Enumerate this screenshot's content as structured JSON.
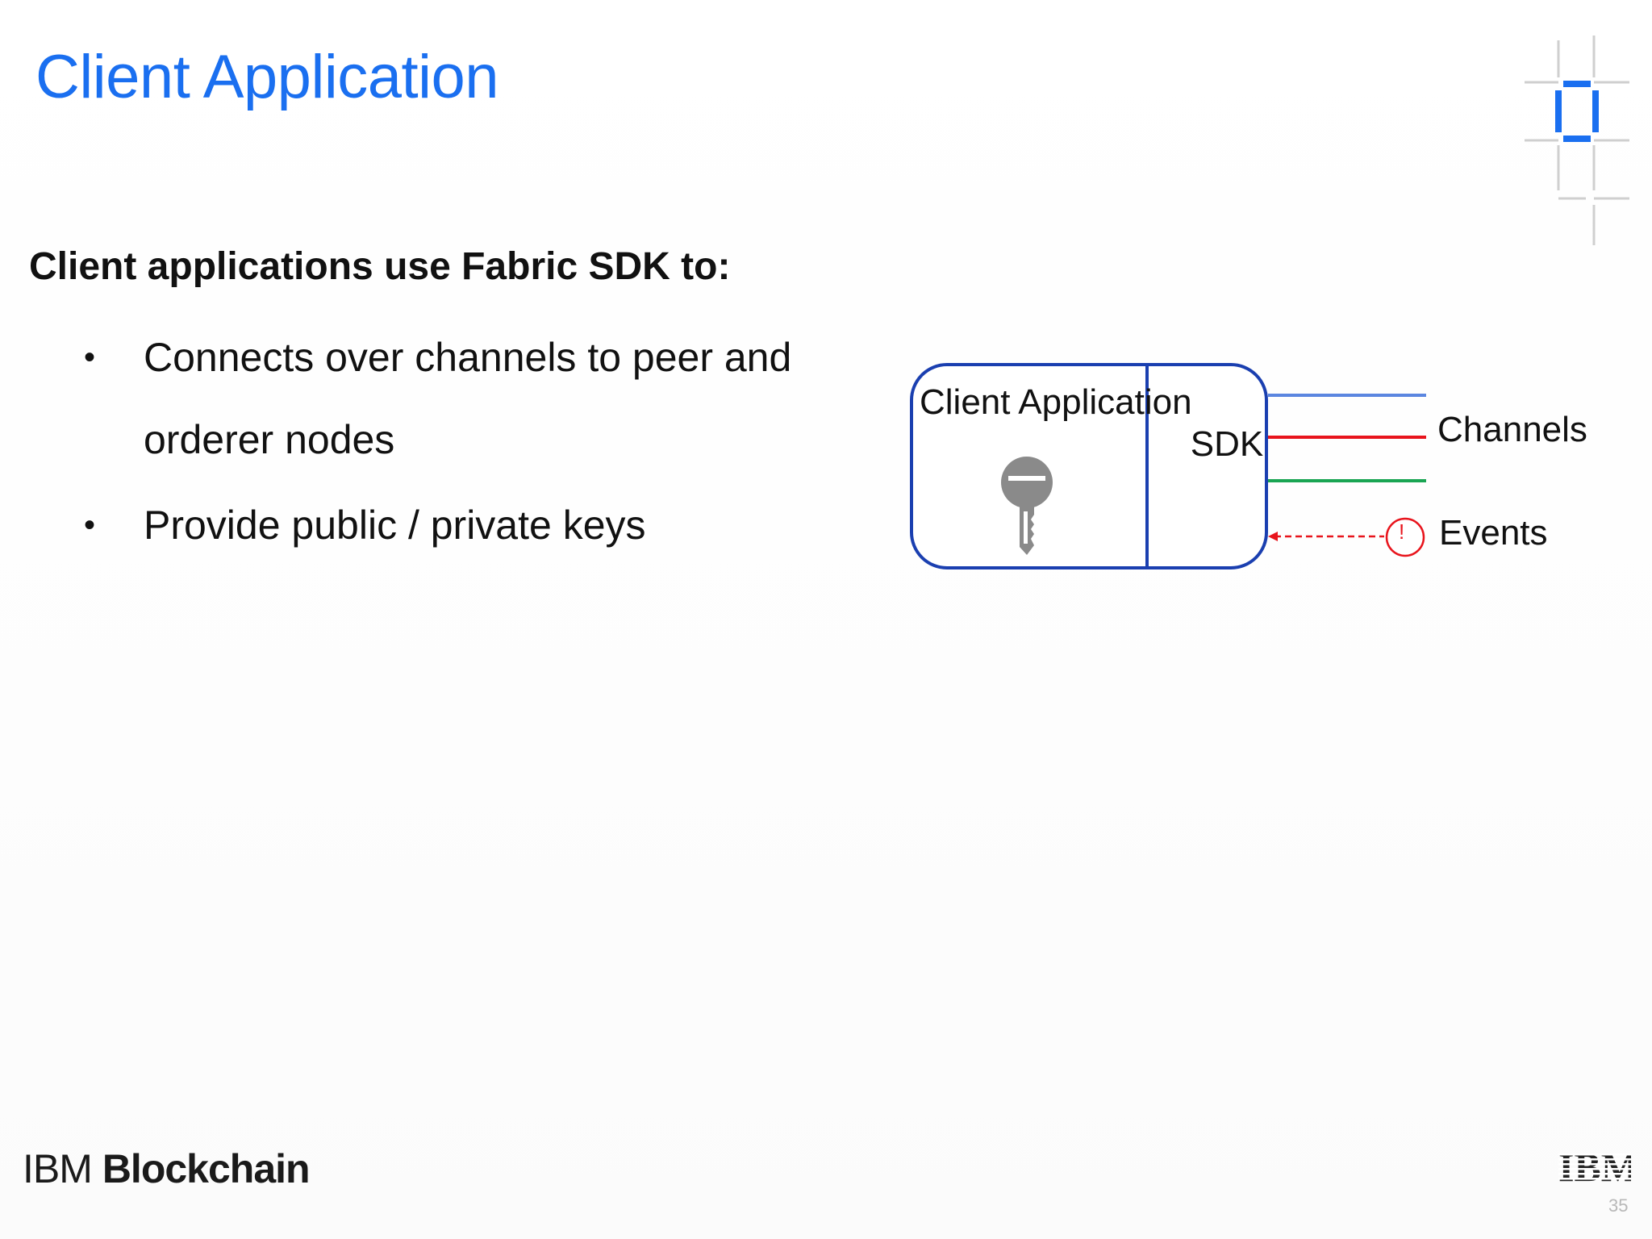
{
  "slide": {
    "title": "Client Application",
    "subtitle": "Client applications use Fabric SDK to:",
    "bullets": [
      {
        "marker": "•",
        "text": "Connects over channels to peer and orderer nodes"
      },
      {
        "marker": "•",
        "text": "Provide public / private keys"
      }
    ],
    "page_number": "35"
  },
  "diagram": {
    "client_label": "Client Application",
    "sdk_label": "SDK",
    "channels_label": "Channels",
    "events_label": "Events",
    "event_marker": "!",
    "colors": {
      "box_border": "#1a3fb0",
      "channel_blue": "#5b86e0",
      "channel_red": "#e8141c",
      "channel_green": "#1aa553",
      "event_red": "#e8141c",
      "key_grey": "#8a8a8a"
    },
    "icons": [
      "key-icon",
      "exclamation-circle-icon"
    ]
  },
  "footer": {
    "brand_prefix": "IBM",
    "brand_name": "Blockchain",
    "ibm_logo_text": "IBM"
  },
  "colors": {
    "title": "#1a6ff0",
    "accent": "#1a6ff0"
  }
}
